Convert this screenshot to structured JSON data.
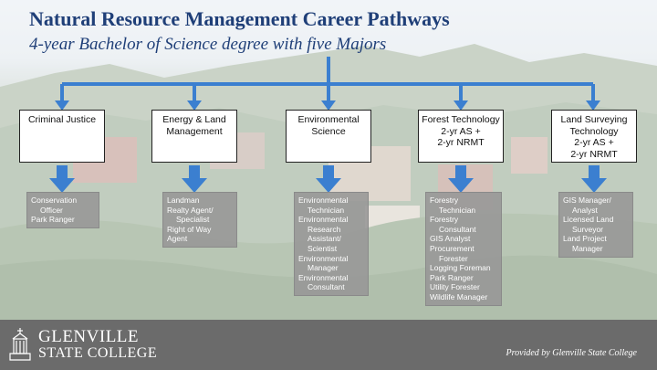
{
  "title": "Natural Resource Management Career Pathways",
  "subtitle": "4-year Bachelor of Science degree with five Majors",
  "majors": [
    {
      "lines": [
        "Criminal Justice"
      ]
    },
    {
      "lines": [
        "Energy & Land",
        "Management"
      ]
    },
    {
      "lines": [
        "Environmental",
        "Science"
      ]
    },
    {
      "lines": [
        "Forest Technology",
        "2-yr AS +",
        "2-yr NRMT"
      ]
    },
    {
      "lines": [
        "Land Surveying",
        "Technology",
        "2-yr AS +",
        "2-yr NRMT"
      ]
    }
  ],
  "careers": [
    [
      "Conservation",
      "Officer",
      "Park Ranger"
    ],
    [
      "Landman",
      "Realty Agent/",
      "Specialist",
      "Right of Way Agent"
    ],
    [
      "Environmental",
      "Technician",
      "Environmental",
      "Research",
      "Assistant/",
      "Scientist",
      "Environmental",
      "Manager",
      "Environmental",
      "Consultant"
    ],
    [
      "Forestry",
      "Technician",
      "Forestry",
      "Consultant",
      "GIS Analyst",
      "Procurement",
      "Forester",
      "Logging Foreman",
      "Park Ranger",
      "Utility Forester",
      "Wildlife Manager"
    ],
    [
      "GIS Manager/",
      "Analyst",
      "Licensed Land",
      "Surveyor",
      "Land Project",
      "Manager"
    ]
  ],
  "footer": {
    "logo_line1": "GLENVILLE",
    "logo_line2": "STATE COLLEGE",
    "provided_by": "Provided by Glenville State College"
  },
  "colors": {
    "title": "#1f3f78",
    "connector": "#3b7fd0",
    "footer": "#6b6b6b",
    "career_box": "#969696"
  }
}
